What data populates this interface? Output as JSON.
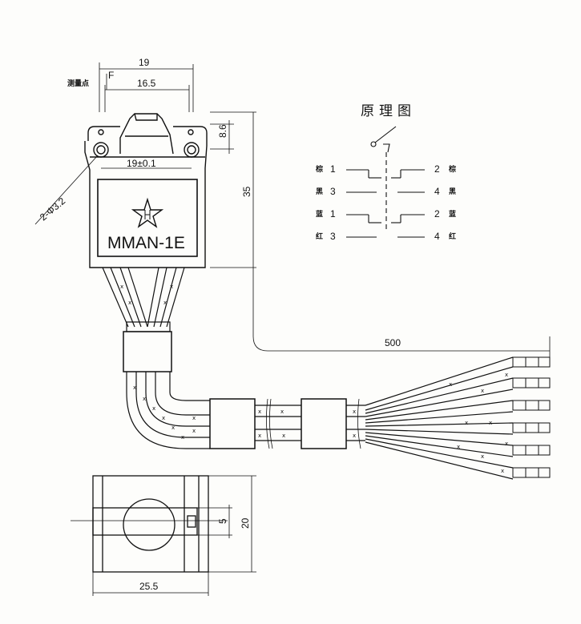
{
  "top_view": {
    "dim_overall_width": "19",
    "dim_inner_width": "16.5",
    "dim_hole_spacing": "19±0.1",
    "dim_height_right": "8.6",
    "dim_total_height": "35",
    "dim_holes": "2-Φ3.2",
    "label_measure_point": "测量点",
    "label_f": "F",
    "model": "MMAN-1E"
  },
  "cable": {
    "dim_length": "500"
  },
  "bottom_view": {
    "dim_width": "25.5",
    "dim_height": "20",
    "dim_slot": "5"
  },
  "schematic": {
    "title": "原理图",
    "rows": [
      {
        "left_color": "棕",
        "left_num": "1",
        "right_num": "2",
        "right_color": "棕"
      },
      {
        "left_color": "黑",
        "left_num": "3",
        "right_num": "4",
        "right_color": "黑"
      },
      {
        "left_color": "蓝",
        "left_num": "1",
        "right_num": "2",
        "right_color": "蓝"
      },
      {
        "left_color": "红",
        "left_num": "3",
        "right_num": "4",
        "right_color": "红"
      }
    ]
  }
}
